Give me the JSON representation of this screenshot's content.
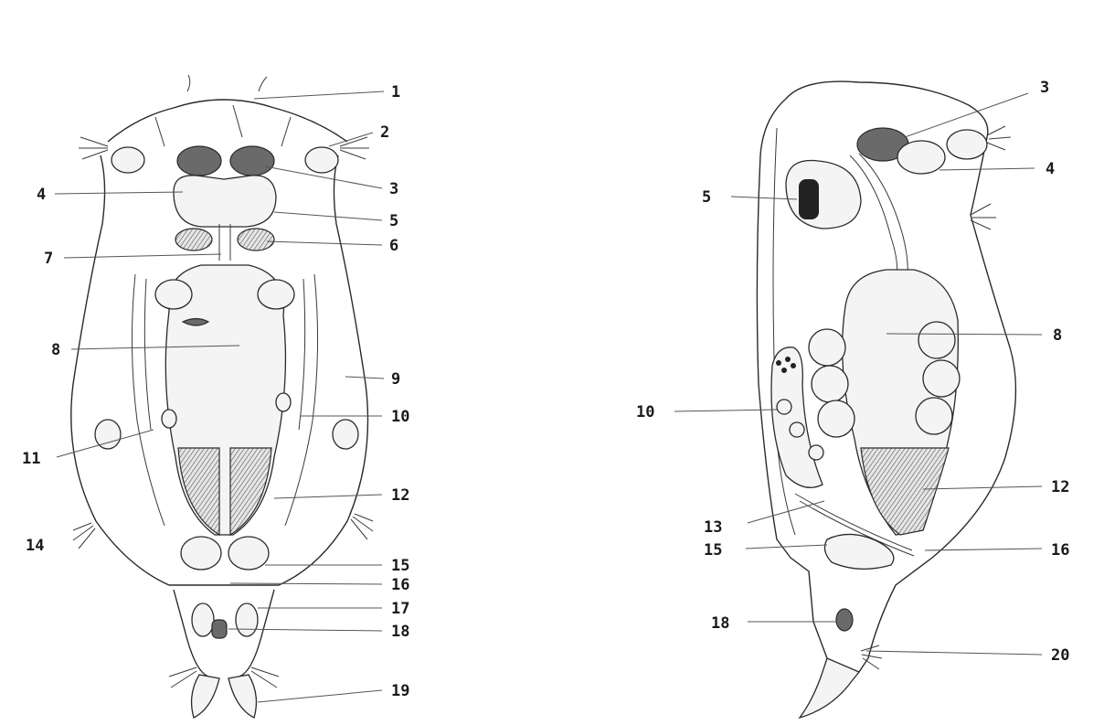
{
  "figures": [
    {
      "id": "dorsal",
      "labels": [
        "1",
        "2",
        "3",
        "4",
        "5",
        "6",
        "7",
        "8",
        "9",
        "10",
        "11",
        "12",
        "14",
        "15",
        "16",
        "17",
        "18",
        "19"
      ]
    },
    {
      "id": "lateral",
      "labels": [
        "3",
        "4",
        "5",
        "8",
        "10",
        "12",
        "13",
        "15",
        "16",
        "18",
        "20"
      ]
    }
  ]
}
